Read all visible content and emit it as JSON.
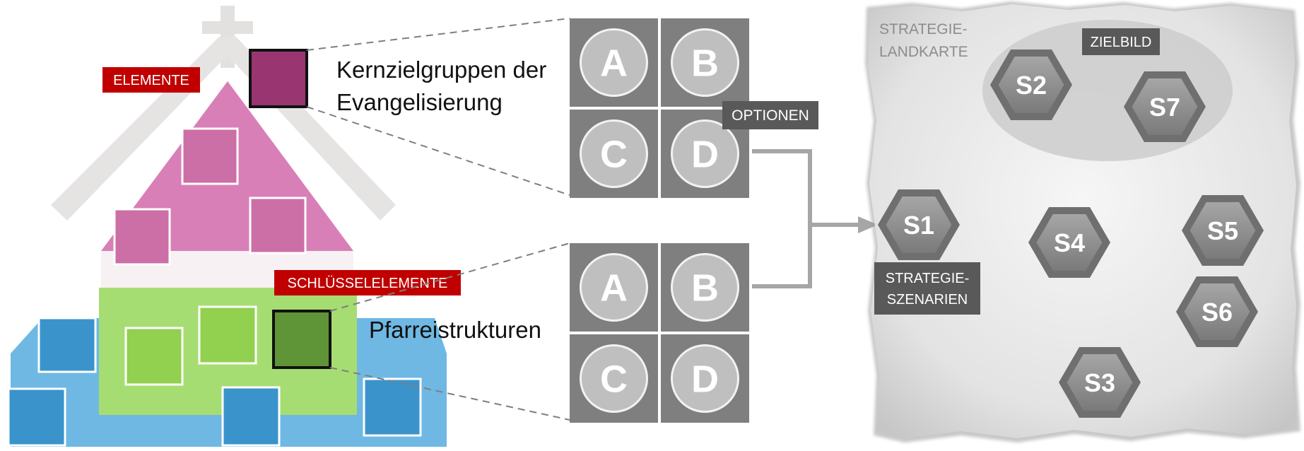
{
  "church": {
    "elemente_label": "ELEMENTE",
    "schluessel_label": "SCHLÜSSELELEMENTE"
  },
  "aspects": {
    "top_line1": "Kernzielgruppen der",
    "top_line2": "Evangelisierung",
    "bottom": "Pfarreistrukturen"
  },
  "options": {
    "label": "OPTIONEN",
    "letters": [
      "A",
      "B",
      "C",
      "D"
    ]
  },
  "strategy_map": {
    "title_line1": "STRATEGIE-",
    "title_line2": "LANDKARTE",
    "zielbild_label": "ZIELBILD",
    "szenarien_line1": "STRATEGIE-",
    "szenarien_line2": "SZENARIEN",
    "scenarios": [
      "S1",
      "S2",
      "S3",
      "S4",
      "S5",
      "S6",
      "S7"
    ]
  },
  "colors": {
    "red_label": "#c00000",
    "dark_label": "#595959",
    "option_box": "#7f7f7f",
    "hexagon": "#8c8c8c",
    "pink": "#cc6fa6",
    "dark_pink": "#993571",
    "green": "#92d050",
    "dark_green": "#5f9437",
    "blue": "#3a94cb"
  }
}
